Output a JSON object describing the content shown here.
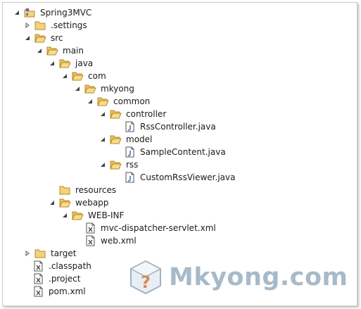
{
  "tree": [
    {
      "label": "Spring3MVC",
      "type": "project",
      "expanded": true
    },
    {
      "label": ".settings",
      "type": "folder",
      "expanded": false
    },
    {
      "label": "src",
      "type": "folder",
      "expanded": true
    },
    {
      "label": "main",
      "type": "folder",
      "expanded": true
    },
    {
      "label": "java",
      "type": "folder",
      "expanded": true
    },
    {
      "label": "com",
      "type": "folder",
      "expanded": true
    },
    {
      "label": "mkyong",
      "type": "folder",
      "expanded": true
    },
    {
      "label": "common",
      "type": "folder",
      "expanded": true
    },
    {
      "label": "controller",
      "type": "folder",
      "expanded": true
    },
    {
      "label": "RssController.java",
      "type": "java"
    },
    {
      "label": "model",
      "type": "folder",
      "expanded": true
    },
    {
      "label": "SampleContent.java",
      "type": "java"
    },
    {
      "label": "rss",
      "type": "folder",
      "expanded": true
    },
    {
      "label": "CustomRssViewer.java",
      "type": "java"
    },
    {
      "label": "resources",
      "type": "folder",
      "expanded": null
    },
    {
      "label": "webapp",
      "type": "folder",
      "expanded": true
    },
    {
      "label": "WEB-INF",
      "type": "folder",
      "expanded": true
    },
    {
      "label": "mvc-dispatcher-servlet.xml",
      "type": "xml"
    },
    {
      "label": "web.xml",
      "type": "xml"
    },
    {
      "label": "target",
      "type": "folder",
      "expanded": false
    },
    {
      "label": ".classpath",
      "type": "xml"
    },
    {
      "label": ".project",
      "type": "xml"
    },
    {
      "label": "pom.xml",
      "type": "xml"
    }
  ],
  "watermark": {
    "text": "Mkyong.com",
    "logo_icon": "question-cube-icon"
  },
  "colors": {
    "folder_fill": "#f2d27a",
    "folder_stroke": "#b58a2a",
    "watermark": "#8aa3b8"
  }
}
